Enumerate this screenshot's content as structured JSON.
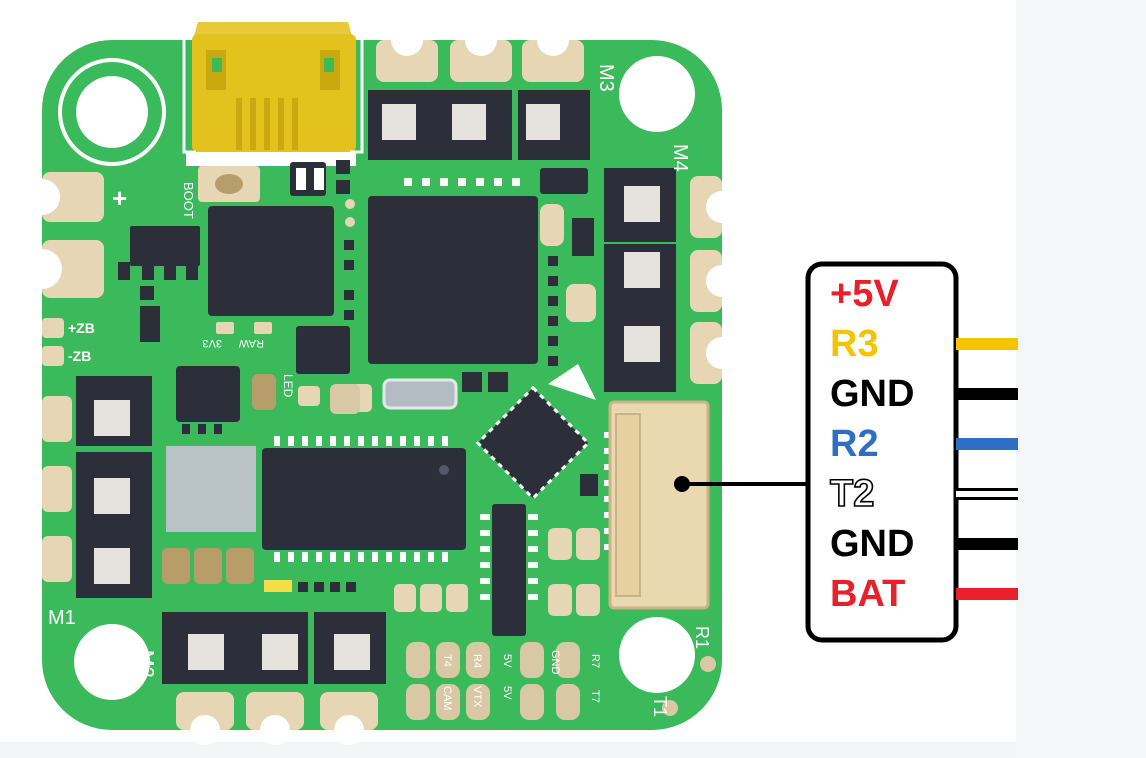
{
  "board": {
    "pcb_color": "#3aba5a",
    "pad_color": "#e6d6b4",
    "silkscreen": {
      "boot": "BOOT",
      "plus": "+",
      "v_plus": "+ZB",
      "v_minus": "-ZB",
      "m1": "M1",
      "m2": "M2",
      "m3": "M3",
      "m4": "M4",
      "r1": "R1",
      "t1": "T1",
      "led": "LED",
      "pads_row1": [
        "T4",
        "R4",
        "5V",
        "R7"
      ],
      "pads_row2": [
        "CAM",
        "VTX",
        "5V",
        "GND",
        "T7"
      ],
      "cap_a": "3V3",
      "cap_b": "RAW"
    }
  },
  "connector": {
    "pins": [
      {
        "label": "+5V",
        "color": "#e8202a",
        "wire_color": null
      },
      {
        "label": "R3",
        "color": "#f5c400",
        "wire_color": "#f5c400"
      },
      {
        "label": "GND",
        "color": "#000000",
        "wire_color": "#000000"
      },
      {
        "label": "R2",
        "color": "#2e6fc4",
        "wire_color": "#2e6fc4"
      },
      {
        "label": "T2",
        "color": "#ffffff",
        "outline": "#000000",
        "wire_color": "#ffffff"
      },
      {
        "label": "GND",
        "color": "#000000",
        "wire_color": "#000000"
      },
      {
        "label": "BAT",
        "color": "#e8202a",
        "wire_color": "#e8202a"
      }
    ]
  }
}
